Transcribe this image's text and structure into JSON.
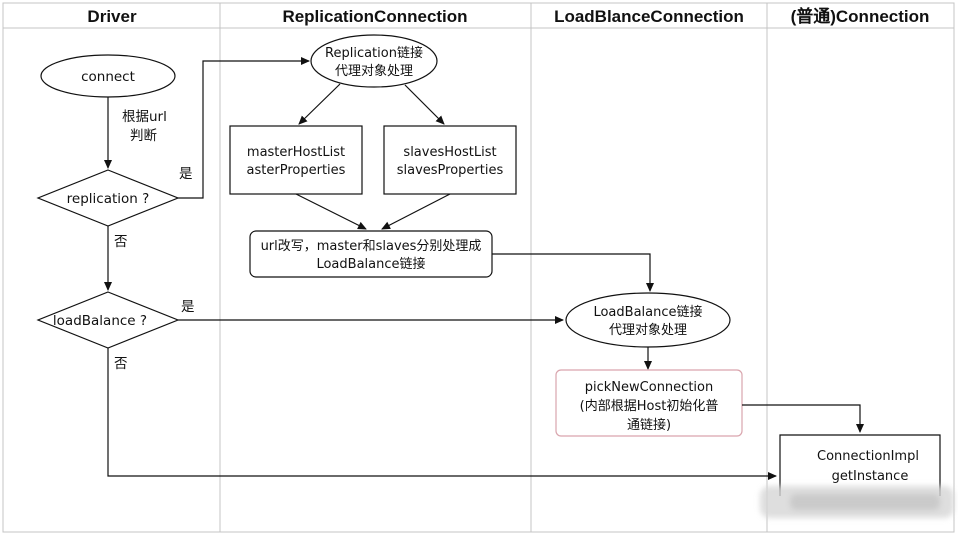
{
  "lanes": {
    "driver": "Driver",
    "replication": "ReplicationConnection",
    "loadbalance": "LoadBlanceConnection",
    "normal": "(普通)Connection"
  },
  "nodes": {
    "connect": "connect",
    "judge_line1": "根据url",
    "judge_line2": "判断",
    "replication_q": "replication ?",
    "yes1": "是",
    "no1": "否",
    "loadbalance_q": "loadBalance ?",
    "yes2": "是",
    "no2": "否",
    "rep_proxy_line1": "Replication链接",
    "rep_proxy_line2": "代理对象处理",
    "master_line1": "masterHostList",
    "master_line2": "asterProperties",
    "slaves_line1": "slavesHostList",
    "slaves_line2": "slavesProperties",
    "rewrite_line1": "url改写，master和slaves分别处理成",
    "rewrite_line2": "LoadBalance链接",
    "lb_proxy_line1": "LoadBalance链接",
    "lb_proxy_line2": "代理对象处理",
    "pick_line1": "pickNewConnection",
    "pick_line2": "(内部根据Host初始化普",
    "pick_line3": "通链接)",
    "impl_line1": "ConnectionImpl",
    "impl_line2": "getInstance"
  }
}
